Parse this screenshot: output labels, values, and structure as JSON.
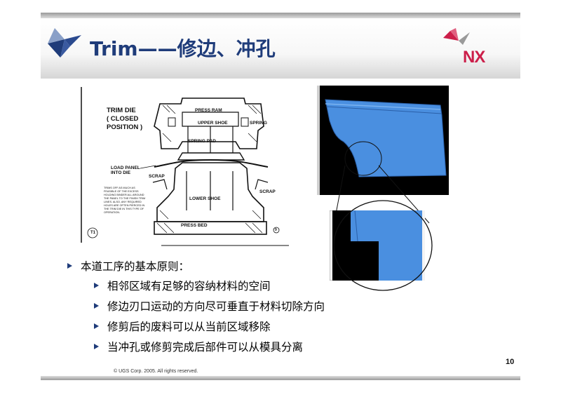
{
  "slide": {
    "title": "Trim——修边、冲孔",
    "logo_text": "NX",
    "page_number": "10",
    "copyright": "© UGS Corp. 2005. All rights reserved."
  },
  "diagram": {
    "caption_lines": [
      "TRIM DIE",
      "( CLOSED",
      "POSITION )"
    ],
    "labels": {
      "press_ram": "PRESS RAM",
      "upper_shoe": "UPPER SHOE",
      "spring_left": "SPRING",
      "spring_pad": "SPRING  PAD",
      "load_panel": "LOAD PANEL",
      "into_die": "INTO DIE",
      "scrap_left": "SCRAP",
      "scrap_right": "SCRAP",
      "lower_shoe": "LOWER   SHOE",
      "press_bed": "PRESS BED",
      "figure_tag": "T1",
      "circle_num": "9"
    },
    "note": "TRIMS OFF AS MUCH AS FEASIBLE OF THE EXCESS HOLDING BINDER ALL AROUND THE PANEL TO THE FINISH TRIM LINES. ALSO, ANY REQUIRED HOLES ARE OFTEN PIERCED IN THE TRIM DIE IN THIS TYPE OF OPERATION."
  },
  "colors": {
    "title": "#1f3c7a",
    "accent_red": "#cc1f4a",
    "cad_blue": "#4a8fe0"
  },
  "bullets": {
    "main": "本道工序的基本原则：",
    "items": [
      "相邻区域有足够的容纳材料的空间",
      "修边刃口运动的方向尽可垂直于材料切除方向",
      "修剪后的废料可以从当前区域移除",
      "当冲孔或修剪完成后部件可以从模具分离"
    ]
  }
}
